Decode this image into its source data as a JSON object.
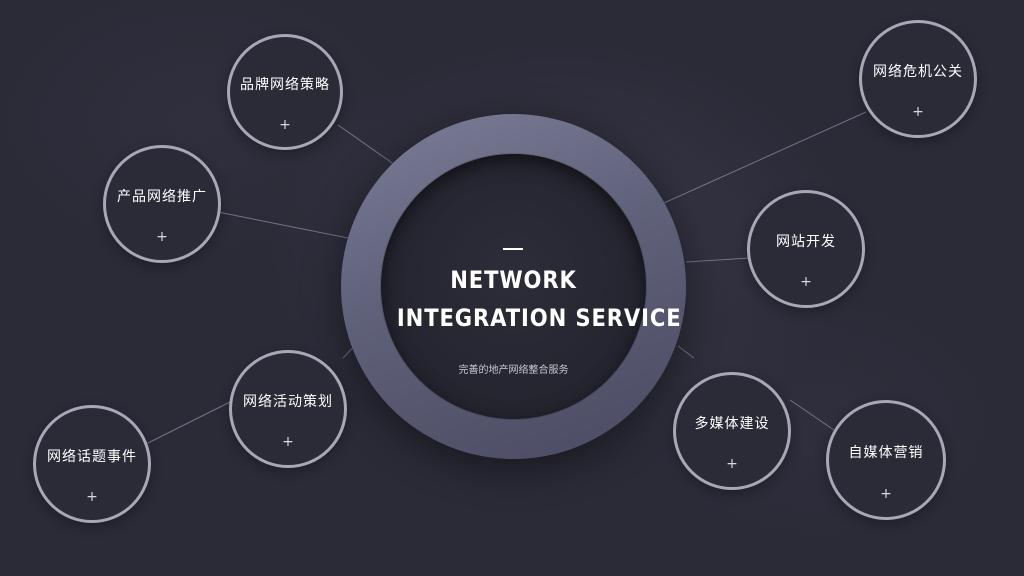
{
  "hub": {
    "line1": "NETWORK",
    "line2": "INTEGRATION SERVICE",
    "subtitle": "完善的地产网络整合服务"
  },
  "nodes": {
    "brand_strategy": "品牌网络策略",
    "product_promotion": "产品网络推广",
    "activity_planning": "网络活动策划",
    "topic_events": "网络话题事件",
    "crisis_pr": "网络危机公关",
    "website_dev": "网站开发",
    "multimedia_build": "多媒体建设",
    "self_media_marketing": "自媒体营销"
  },
  "plus_symbol": "+",
  "colors": {
    "background": "#2b2b38",
    "ring": "#6b6c86",
    "node_border": "#a7a8b6",
    "connector": "#7e7f92"
  }
}
